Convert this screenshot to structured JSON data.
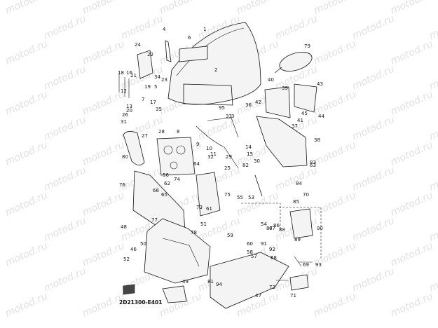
{
  "diagram": {
    "code": "2D21300-E401",
    "watermark": "motod.ru",
    "callouts": [
      "1",
      "2",
      "3",
      "4",
      "5",
      "6",
      "7",
      "8",
      "9",
      "10",
      "11",
      "12",
      "13",
      "14",
      "15",
      "16",
      "17",
      "18",
      "19",
      "20",
      "21",
      "22",
      "23",
      "24",
      "25",
      "26",
      "27",
      "28",
      "29",
      "30",
      "31",
      "32",
      "33",
      "34",
      "35",
      "36",
      "37",
      "38",
      "39",
      "40",
      "41",
      "42",
      "43",
      "44",
      "45",
      "46",
      "47",
      "48",
      "49",
      "50",
      "51",
      "52",
      "53",
      "54",
      "55",
      "56",
      "57",
      "58",
      "59",
      "60",
      "61",
      "62",
      "63",
      "64",
      "65",
      "66",
      "67",
      "68",
      "69",
      "70",
      "71",
      "72",
      "73",
      "74",
      "75",
      "76",
      "77",
      "78",
      "79",
      "80",
      "81",
      "82",
      "83",
      "84",
      "85",
      "86",
      "87",
      "88",
      "89",
      "90",
      "91",
      "92",
      "93",
      "94",
      "95"
    ]
  }
}
